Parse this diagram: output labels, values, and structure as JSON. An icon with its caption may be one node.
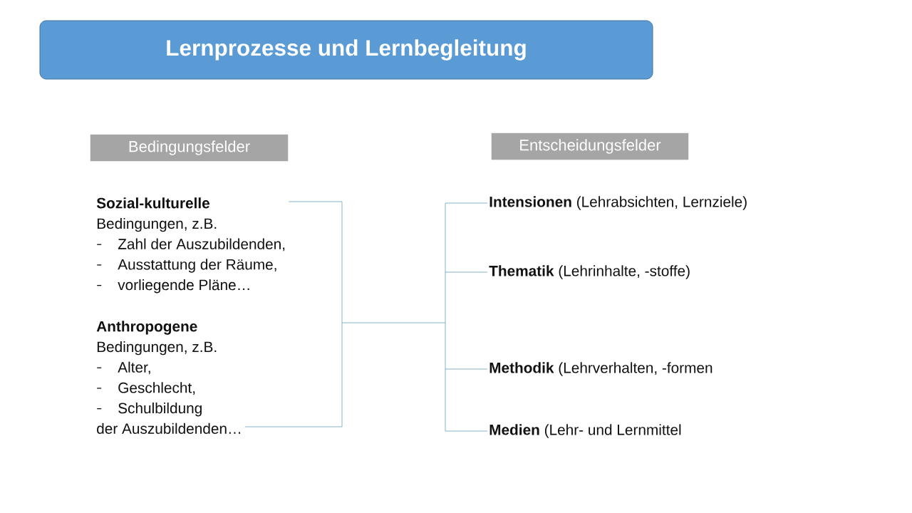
{
  "diagram": {
    "title": "Lernprozesse und Lernbegleitung",
    "nodes": [
      {
        "text": [
          "Bedingungsfelder"
        ]
      },
      {
        "text": [
          "**Sozial-kulturelle** Bedingungen, z.B.",
          "Zahl der Auszubildenden,",
          "Ausstattung der Räume,",
          "vorliegende Pläne…"
        ]
      },
      {
        "text": [
          "**Anthropogene** Bedingungen, z.B.",
          "Alter,",
          "Geschlecht,",
          "Schulbildung",
          "der Auszubildenden…"
        ]
      },
      {
        "text": [
          "Entscheidungsfelder"
        ]
      },
      {
        "text": [
          "**Intensionen** (Lehrabsichten, Lernziele)"
        ]
      },
      {
        "text": [
          "**Thematik** (Lehrinhalte, -stoffe)"
        ]
      },
      {
        "text": [
          "**Methodik** (Lehrverhalten, -formen"
        ]
      },
      {
        "text": [
          "**Medien** (Lehr- und Lernmittel"
        ]
      }
    ],
    "edges": [
      {
        "from": 1,
        "to": 4,
        "arrow": "none"
      },
      {
        "from": 1,
        "to": 5,
        "arrow": "none"
      },
      {
        "from": 1,
        "to": 6,
        "arrow": "none"
      },
      {
        "from": 1,
        "to": 7,
        "arrow": "none"
      },
      {
        "from": 2,
        "to": 4,
        "arrow": "none"
      },
      {
        "from": 2,
        "to": 5,
        "arrow": "none"
      },
      {
        "from": 2,
        "to": 6,
        "arrow": "none"
      },
      {
        "from": 2,
        "to": 7,
        "arrow": "none"
      }
    ]
  }
}
